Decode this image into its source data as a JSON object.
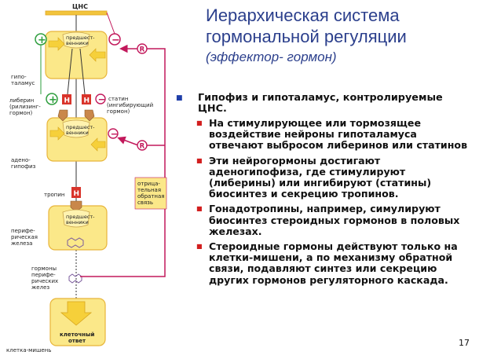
{
  "title": {
    "main_line1": "Иерархическая система",
    "main_line2": "гормональной регуляции",
    "subtitle": "(эффектор- гормон)"
  },
  "diagram": {
    "cns": "ЦНС",
    "hypothalamus_line1": "гипо-",
    "hypothalamus_line2": "таламус",
    "precursors_line1": "предшест-",
    "precursors_line2": "венники",
    "liberin_line1": "либерин",
    "liberin_line2": "(рилизинг-",
    "liberin_line3": "гормон)",
    "statin_line1": "статин",
    "statin_line2": "(ингибирующий",
    "statin_line3": "гормон)",
    "adenohypophysis_line1": "адено-",
    "adenohypophysis_line2": "гипофиз",
    "tropin": "тропин",
    "peripheral_gland_line1": "перифе-",
    "peripheral_gland_line2": "рическая",
    "peripheral_gland_line3": "железа",
    "peripheral_hormones_line1": "гормоны",
    "peripheral_hormones_line2": "перифе-",
    "peripheral_hormones_line3": "рических",
    "peripheral_hormones_line4": "желез",
    "feedback_line1": "отрица-",
    "feedback_line2": "тельная",
    "feedback_line3": "обратная",
    "feedback_line4": "связь",
    "cell_response_line1": "клеточный",
    "cell_response_line2": "ответ",
    "target_cell": "клетка-мишень",
    "plus": "+",
    "minus": "−",
    "receptor": "R",
    "hormone": "H"
  },
  "bullets": [
    {
      "text": "Гипофиз и гипоталамус, контролируемые ЦНС.",
      "children": [
        "На стимулирующее или тормозящее воздействие нейроны гипоталамуса отвечают выбросом либеринов или статинов",
        "Эти нейрогормоны достигают аденогипофиза, где стимулируют (либерины) или ингибируют (статины) биосинтез и секрецию тропинов.",
        "Гонадотропины, например, симулируют биосинтез стероидных гормонов в половых железах.",
        "Стероидные гормоны действуют только на клетки-мишени, а по механизму обратной связи, подавляют синтез или секрецию других гормонов регуляторного каскада."
      ]
    }
  ],
  "page_number": "17",
  "colors": {
    "title": "#2b3f8c",
    "box_fill": "#fbe889",
    "box_stroke": "#e8b53a",
    "feedback_line": "#c2185b",
    "hormone_red": "#d9342b",
    "plus_green": "#2e9e3e",
    "bullet_blue": "#1f3ea8",
    "bullet_red": "#d21e1e"
  }
}
